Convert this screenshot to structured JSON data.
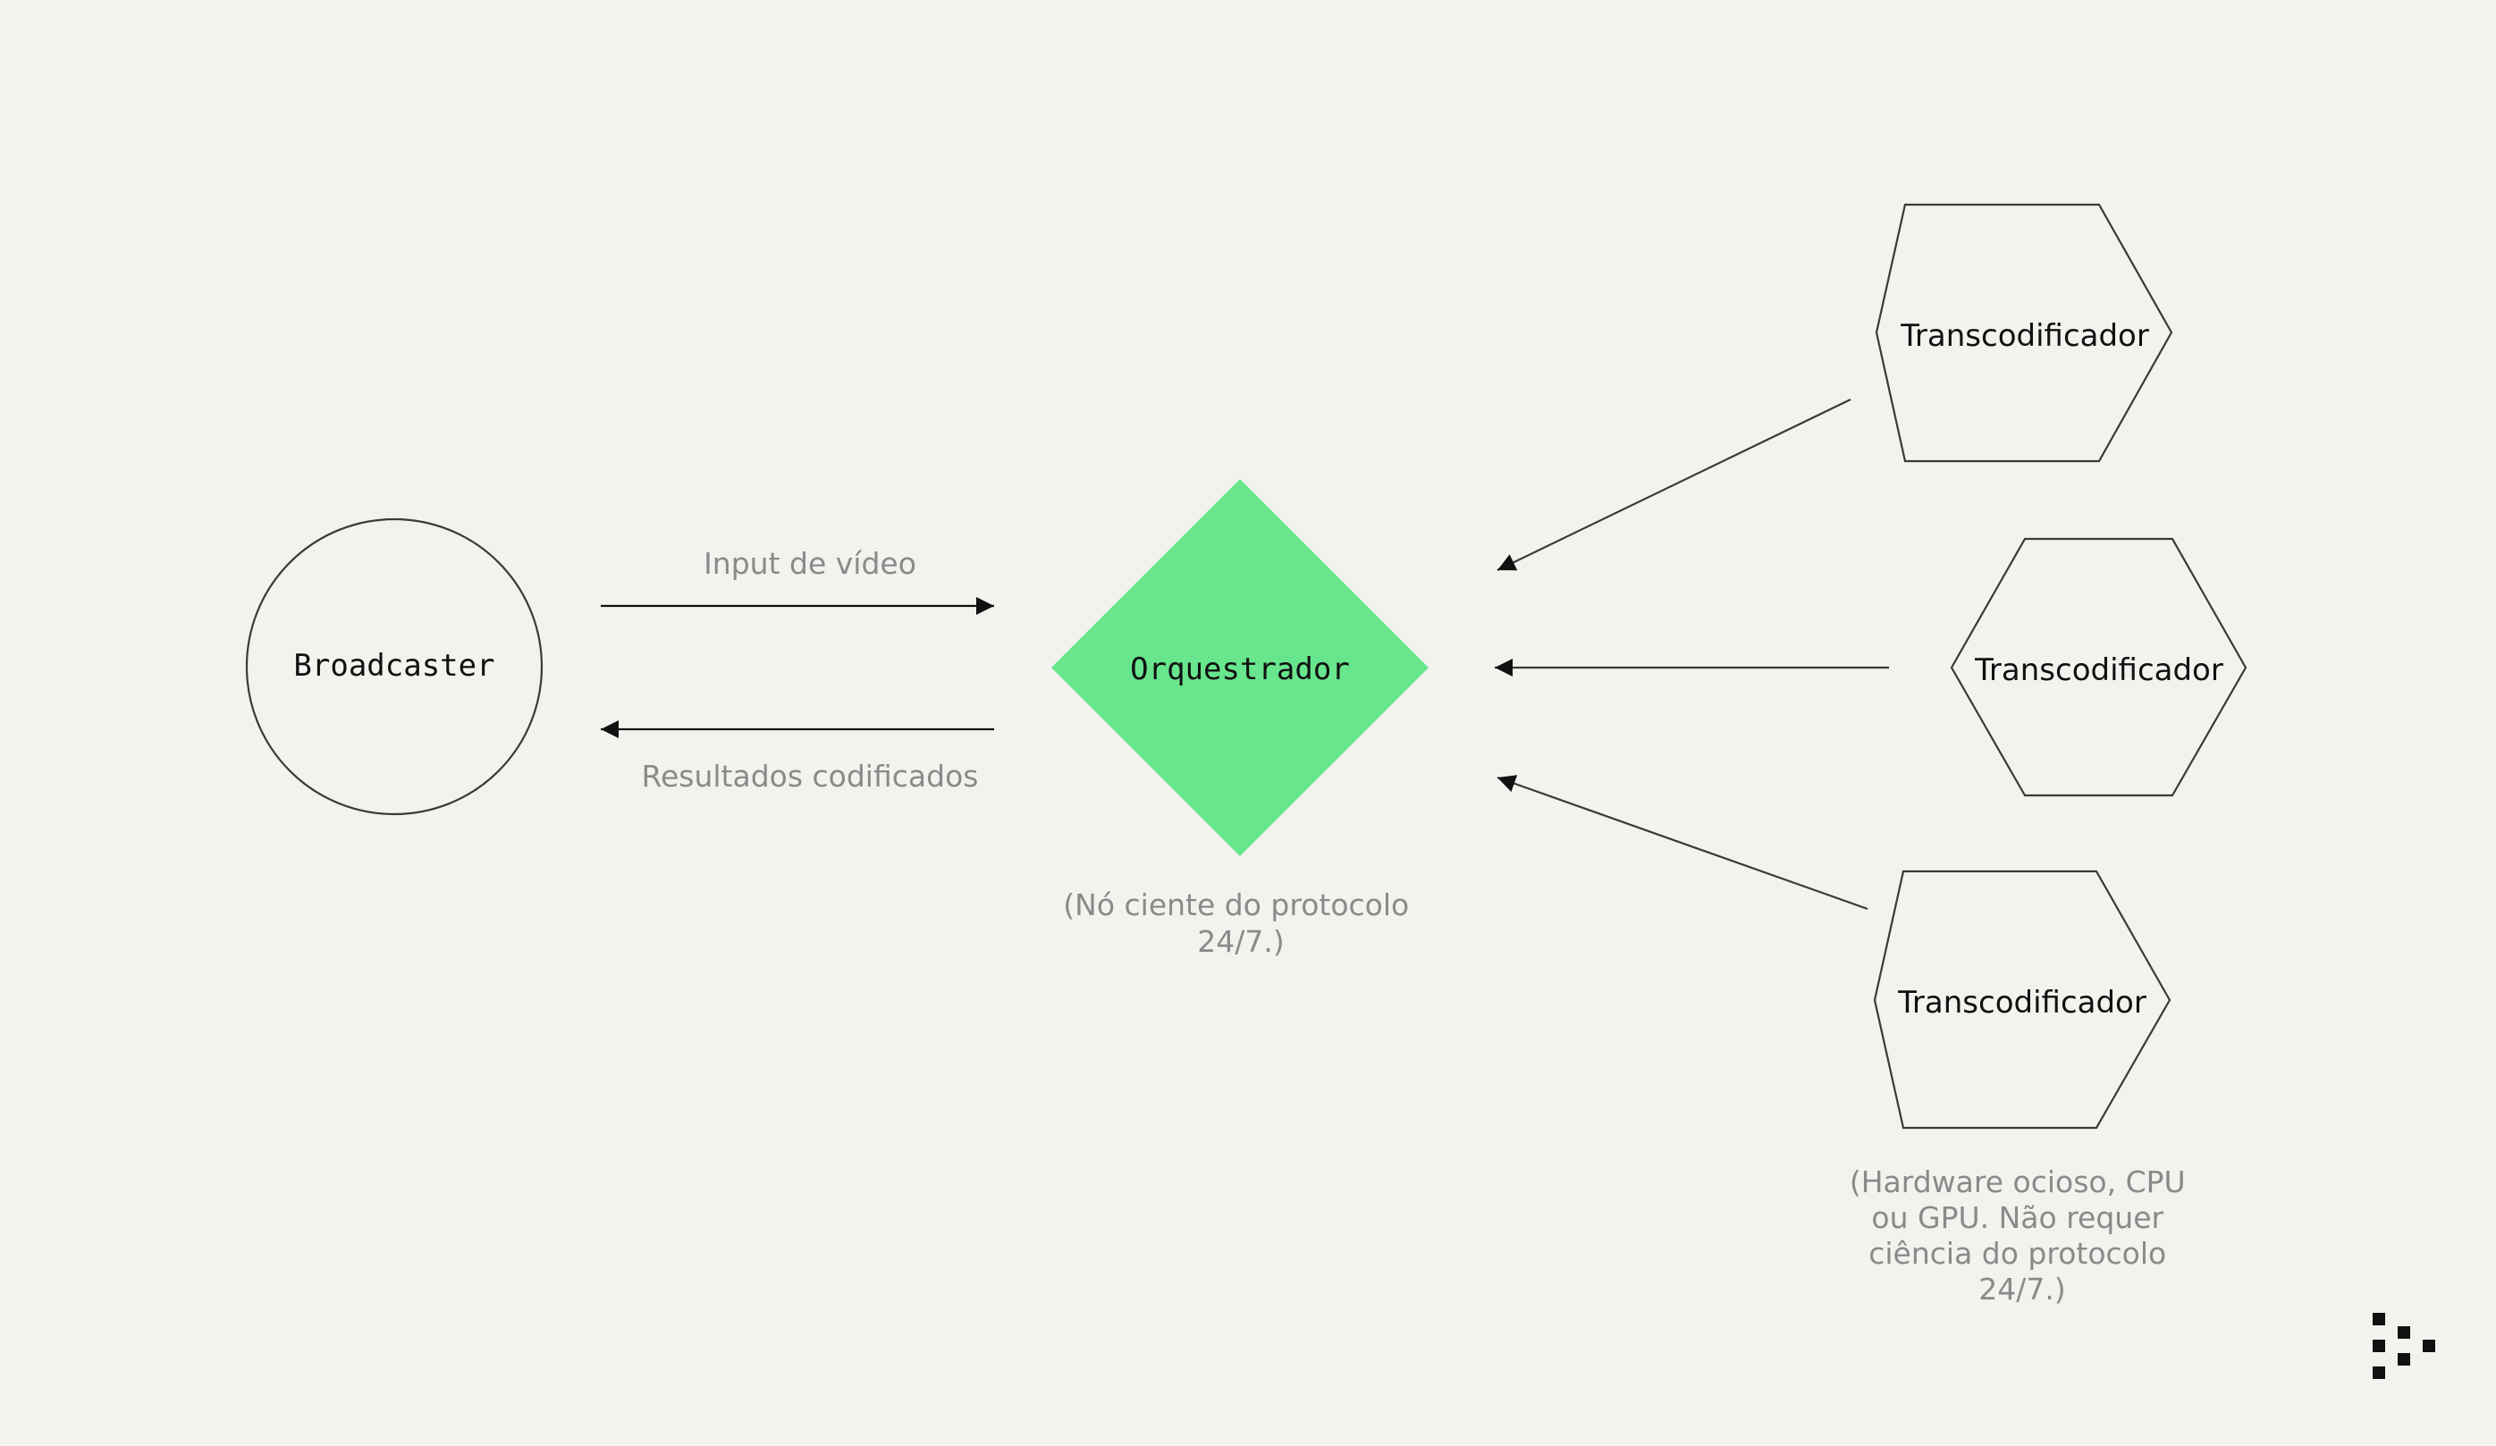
{
  "diagram": {
    "nodes": {
      "broadcaster": {
        "label": "Broadcaster"
      },
      "orchestrator": {
        "label": "Orquestrador",
        "note_lines": [
          "(Nó ciente do protocolo",
          "24/7.)"
        ]
      },
      "transcoders": [
        {
          "label": "Transcodificador"
        },
        {
          "label": "Transcodificador"
        },
        {
          "label": "Transcodificador"
        }
      ],
      "transcoder_note_lines": [
        "(Hardware ocioso, CPU",
        "ou GPU. Não requer",
        "ciência do protocolo",
        "24/7.)"
      ]
    },
    "edges": {
      "video_input": {
        "label": "Input de vídeo"
      },
      "encoded_results": {
        "label": "Resultados codificados"
      }
    }
  },
  "colors": {
    "background": "#f4f2ee",
    "orchestrator_fill": "#68e68d",
    "stroke": "#3a3a3a",
    "arrow": "#111111",
    "note_text": "#8a8a8a",
    "label_text": "#111111"
  },
  "icons": {
    "logo": "pixel-arrow-logo-icon"
  }
}
